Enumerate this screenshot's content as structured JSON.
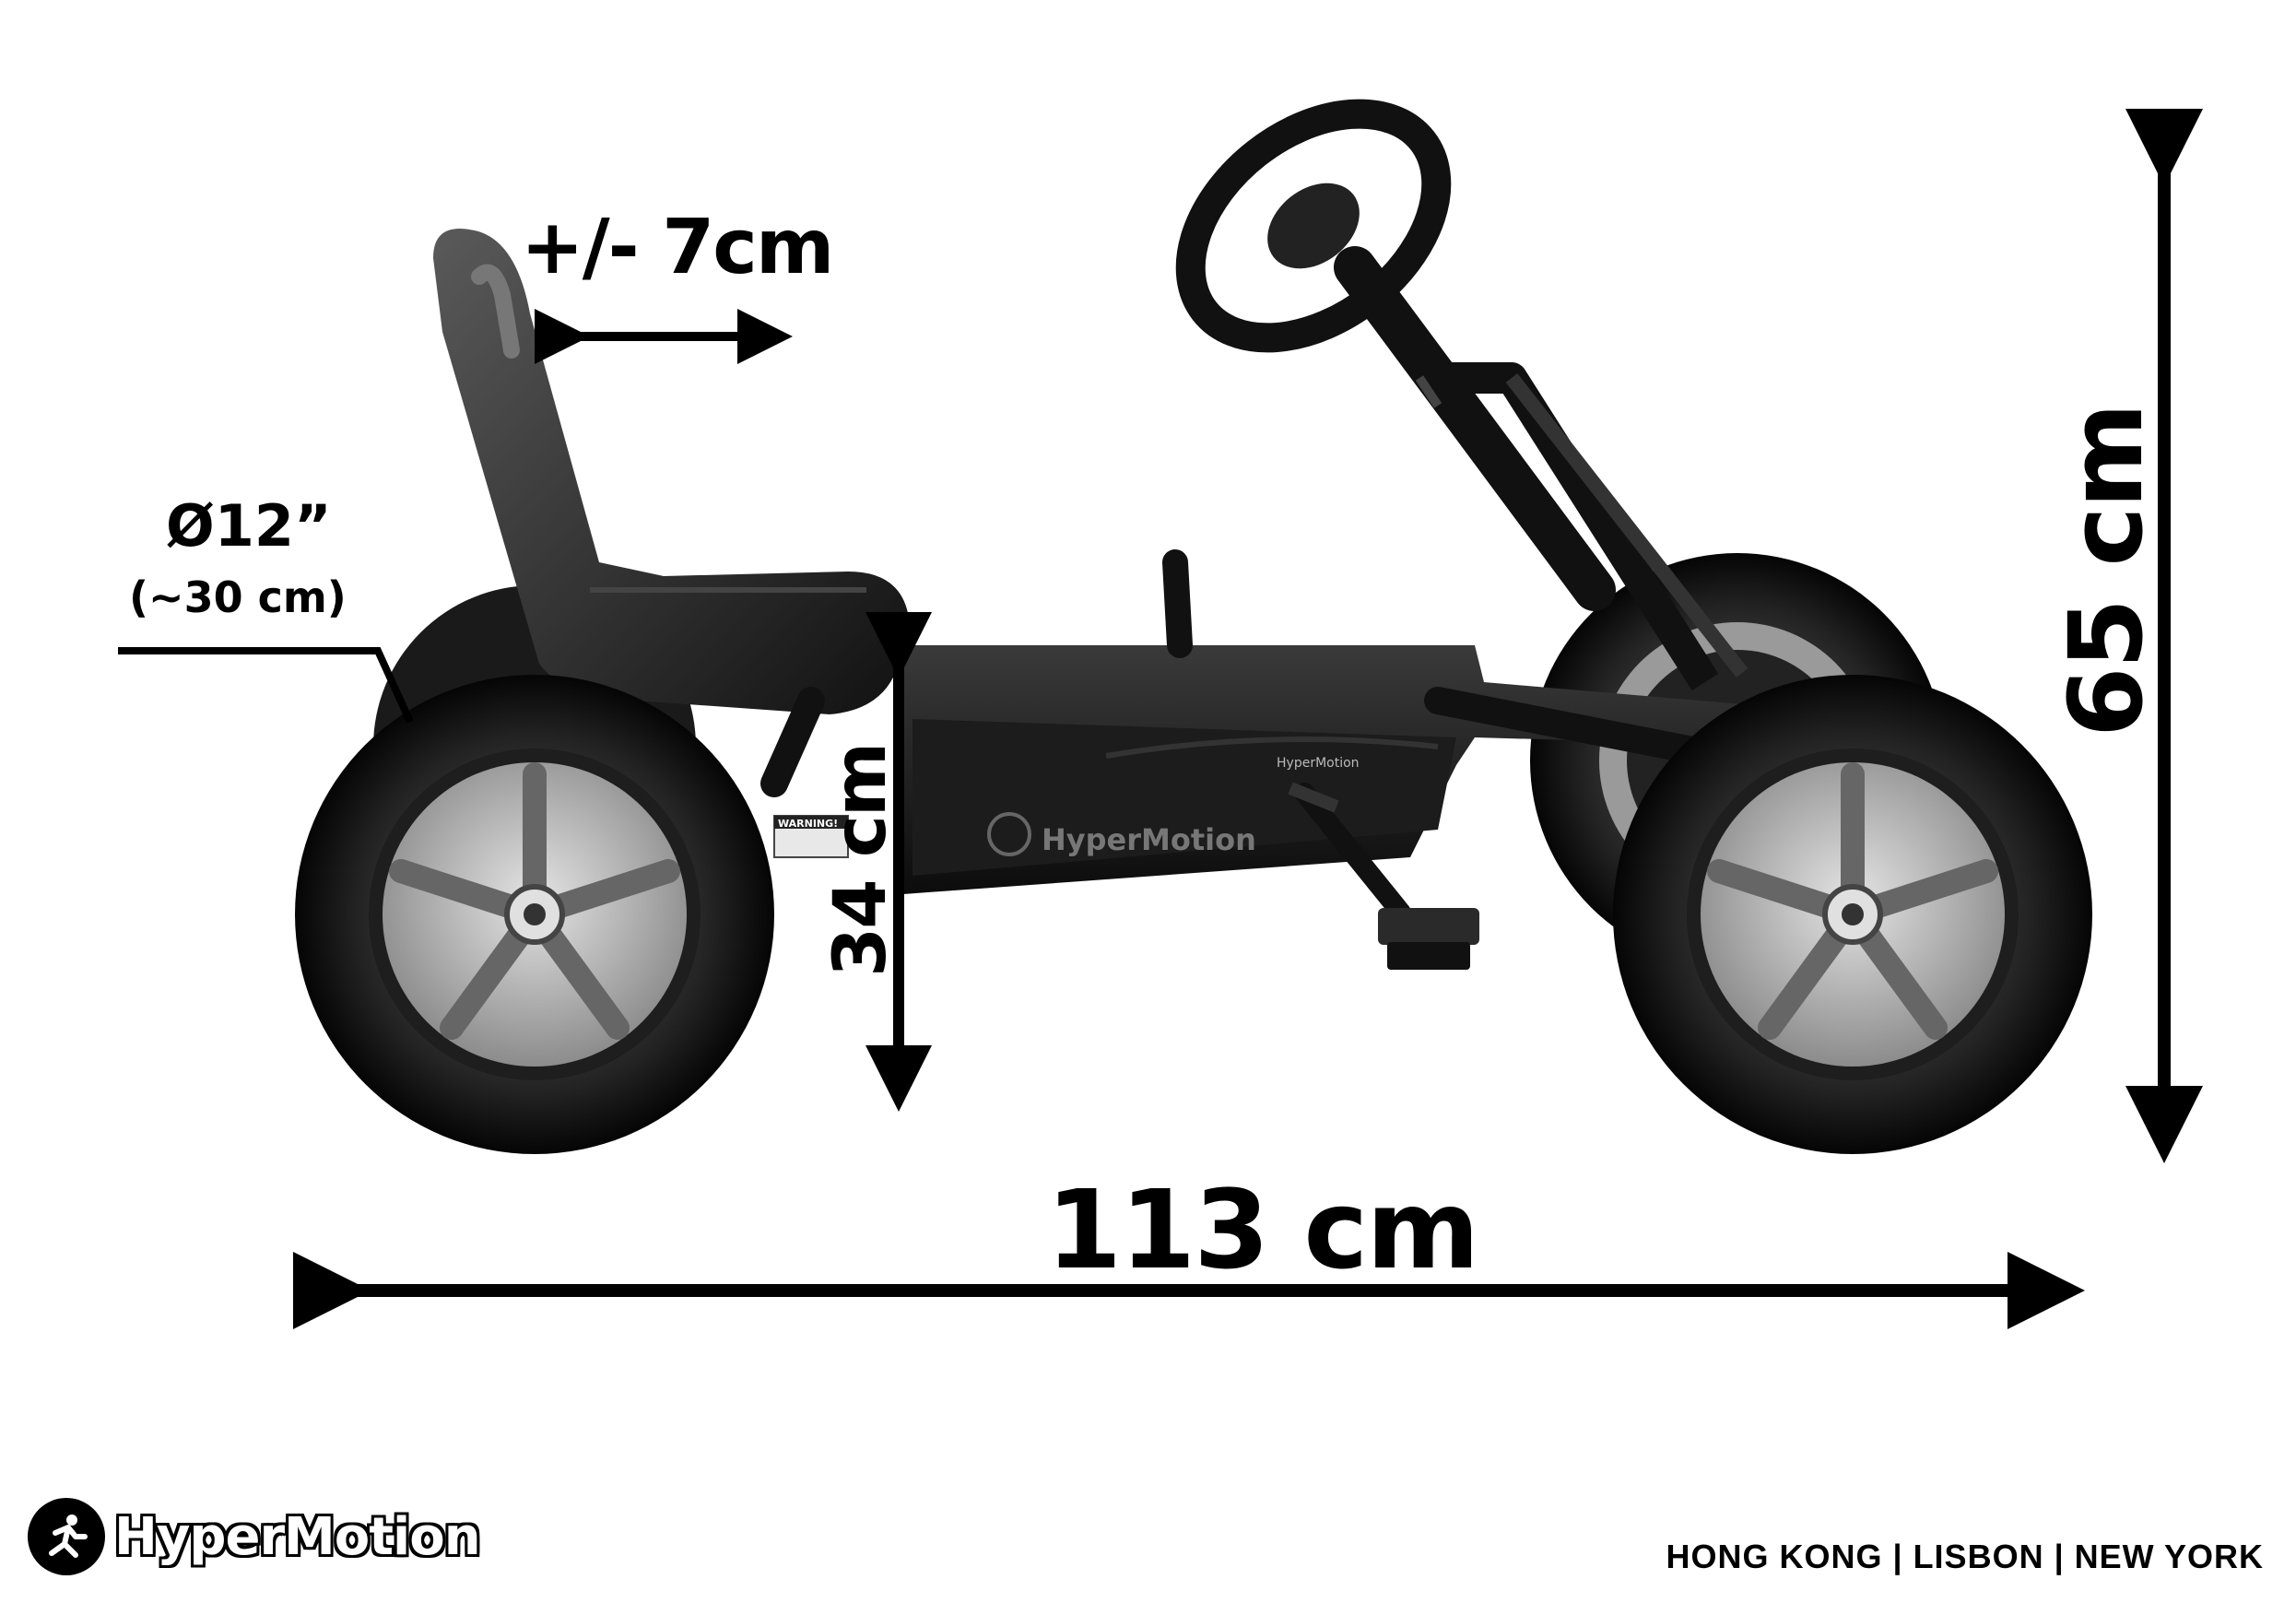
{
  "dimensions": {
    "seat_adjust": "+/- 7cm",
    "wheel_diameter": "Ø12”",
    "wheel_diameter_metric": "(~30 cm)",
    "seat_height": "34 cm",
    "total_height": "65 cm",
    "total_length": "113 cm"
  },
  "vehicle": {
    "side_logo": "HyperMotion",
    "warning_sticker": "WARNING!",
    "chain_guard_logo": "HyperMotion"
  },
  "footer": {
    "brand": "HyperMotion",
    "cities": "HONG KONG | LISBON | NEW YORK"
  },
  "icons": {
    "brand": "runner-logo-icon"
  },
  "colors": {
    "ink": "#000000",
    "background": "#ffffff"
  }
}
